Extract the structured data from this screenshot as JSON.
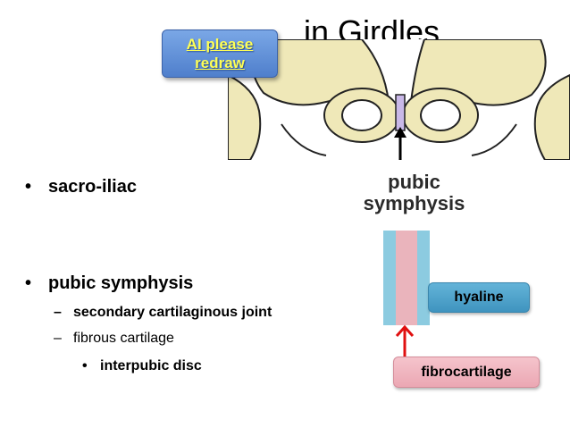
{
  "slide": {
    "title": "... in Girdles"
  },
  "callouts": {
    "redraw_line1": "AI please",
    "redraw_line2": "redraw",
    "hyaline": "hyaline",
    "fibrocartilage": "fibrocartilage"
  },
  "figure": {
    "label_line1": "pubic",
    "label_line2": "symphysis"
  },
  "bullets": {
    "b1": "sacro-iliac",
    "b2": "pubic symphysis",
    "b2_sub1": "secondary cartilaginous joint",
    "b2_sub2": "fibrous cartilage",
    "b2_sub2_sub1": "interpubic disc"
  },
  "glyphs": {
    "bullet": "•",
    "dash": "–"
  },
  "colors": {
    "callout_blue": "#5b8bd6",
    "callout_text_yellow": "#ffff55",
    "hyaline_blue": "#4da3cc",
    "fibro_pink": "#f0b4bf",
    "arrow_red": "#e01010",
    "bone": "#efe8b8"
  }
}
